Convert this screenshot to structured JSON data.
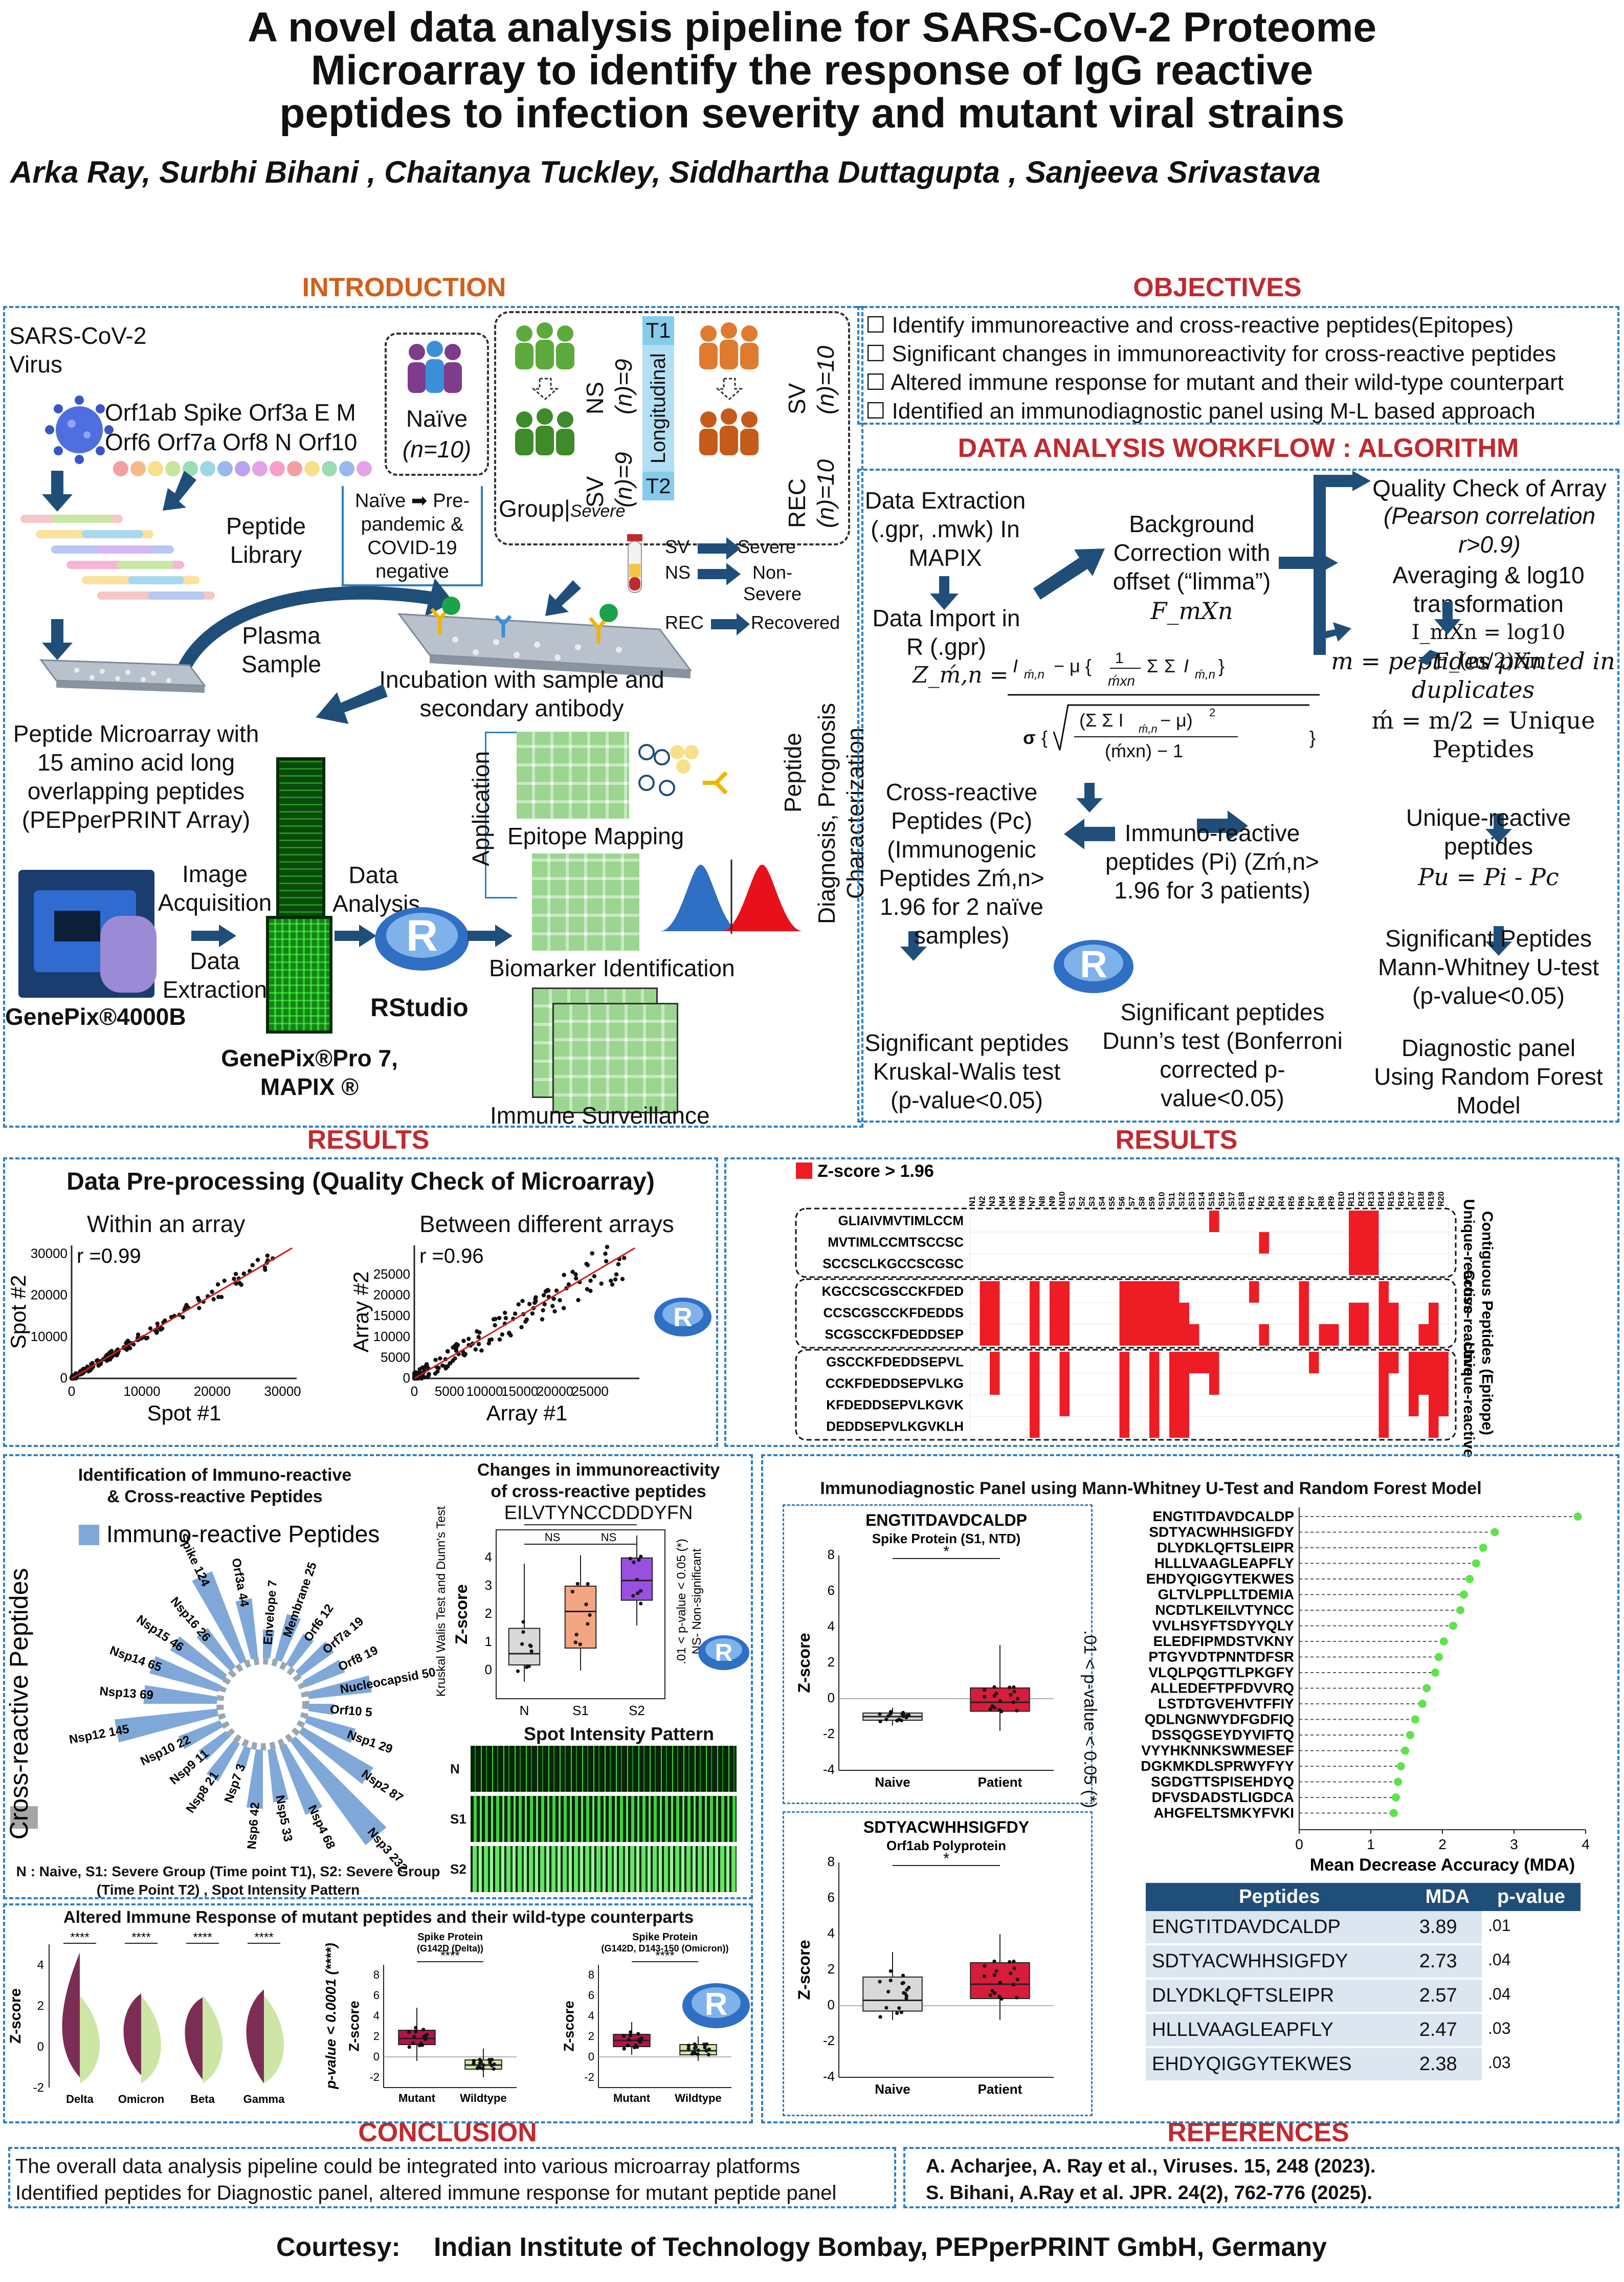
{
  "title": {
    "line1": "A novel data analysis pipeline for SARS-CoV-2 Proteome",
    "line2": "Microarray to identify the response of IgG reactive",
    "line3": "peptides to infection severity and mutant viral strains"
  },
  "authors": "Arka Ray, Surbhi Bihani , Chaitanya Tuckley, Siddhartha Duttagupta , Sanjeeva Srivastava",
  "sections": {
    "introduction": "INTRODUCTION",
    "objectives": "OBJECTIVES",
    "workflow": "DATA ANALYSIS WORKFLOW : ALGORITHM",
    "results_left": "RESULTS",
    "results_right": "RESULTS",
    "conclusion": "CONCLUSION",
    "references": "REFERENCES"
  },
  "intro": {
    "virus": "SARS-CoV-2 Virus",
    "genes_line1": "Orf1ab Spike Orf3a E M",
    "genes_line2": "Orf6 Orf7a Orf8 N Orf10",
    "peptide_library": "Peptide Library",
    "naive": "Naïve",
    "naive_n": "(n=10)",
    "ns_label": "NS",
    "ns_n": "(n)=9",
    "sv_label": "SV",
    "sv_n": "(n)=9",
    "sv2_label": "SV",
    "sv2_n": "(n)=10",
    "rec_label": "REC",
    "rec_n": "(n)=10",
    "t1": "T1",
    "t2": "T2",
    "longitudinal": "Longitudinal",
    "group_severe": "Group|",
    "severe_sub": "Severe",
    "naive_box": "Naïve ➡ Pre-pandemic & COVID-19 negative",
    "legend_sv": "SV",
    "legend_sv_val": "Severe",
    "legend_ns": "NS",
    "legend_ns_val": "Non-Severe",
    "legend_rec": "REC",
    "legend_rec_val": "Recovered",
    "plasma": "Plasma Sample",
    "incubation": "Incubation with sample and secondary antibody",
    "microarray": "Peptide Microarray with 15 amino acid long overlapping peptides (PEPperPRINT Array)",
    "image_acq": "Image Acquisition",
    "data_ext": "Data Extraction",
    "data_analysis": "Data Analysis",
    "genepix": "GenePix®4000B",
    "genepix_pro": "GenePix®Pro 7, MAPIX ®",
    "rstudio": "RStudio",
    "application": "Application",
    "epitope": "Epitope Mapping",
    "biomarker": "Biomarker Identification",
    "immune": "Immune Surveillance",
    "side_label1": "Peptide",
    "side_label2": "Diagnosis, Prognosis Characterization"
  },
  "objectives": [
    "Identify immunoreactive and cross-reactive peptides(Epitopes)",
    "Significant changes in immunoreactivity for cross-reactive peptides",
    "Altered immune response for mutant and their wild-type counterpart",
    "Identified an immunodiagnostic panel using M-L based approach"
  ],
  "workflow": {
    "extract": "Data Extraction (.gpr, .mwk) In MAPIX",
    "import": "Data Import in R (.gpr)",
    "background": "Background Correction with offset (“limma”)",
    "background_f": "F_mXn",
    "quality": "Quality Check of Array",
    "quality2": "(Pearson correlation r>0.9)",
    "averaging": "Averaging & log10 transformation",
    "formula_i": "I_mXn = log10 F_(m/2)Xn",
    "formula_m": "m = peptides printed in duplicates",
    "formula_m2": "ḿ = m/2 = Unique Peptides",
    "z_lhs": "Z_ḿ,n =",
    "cross": "Cross-reactive Peptides (Pc) (Immunogenic Peptides Zḿ,n> 1.96 for 2 naïve samples)",
    "immuno": "Immuno-reactive peptides (Pi) (Zḿ,n> 1.96 for 3 patients)",
    "unique": "Unique-reactive peptides",
    "unique_f": "Pu = Pi - Pc",
    "sig_mw": "Significant Peptides Mann-Whitney U-test (p-value<0.05)",
    "diag": "Diagnostic panel Using Random Forest Model",
    "sig_kw": "Significant peptides Kruskal-Walis test (p-value<0.05)",
    "sig_dunn": "Significant peptides Dunn’s test (Bonferroni corrected p-value<0.05)"
  },
  "qc": {
    "title": "Data Pre-processing (Quality Check of Microarray)",
    "within": "Within an array",
    "between": "Between different arrays",
    "r1": "r =0.99",
    "r2": "r =0.96",
    "x1": "Spot #1",
    "y1": "Spot #2",
    "x2": "Array #1",
    "y2": "Array #2"
  },
  "heatmap": {
    "legend": "Z-score > 1.96",
    "right_label_top": "Unique-reactive",
    "right_label_mid": "Cross-reactive",
    "right_label_bot": "Unique-reactive",
    "right_label_outer": "Contiguous Peptides (Epitope)",
    "rows": [
      "GLIAIVMVTIMLCCM",
      "MVTIMLCCMTSCCSC",
      "SCCSCLKGCCSCGSC",
      "KGCCSCGSCCKFDED",
      "CCSCGSCCKFDEDDS",
      "SCGSCCKFDEDDSEP",
      "GSCCKFDEDDSEPVL",
      "CCKFDEDDSEPVLKG",
      "KFDEDDSEPVLKGVK",
      "DEDDSEPVLKGVKLH"
    ],
    "cols": [
      "N1",
      "N2",
      "N3",
      "N4",
      "N5",
      "N6",
      "N7",
      "N8",
      "N9",
      "N10",
      "S1",
      "S2",
      "S3",
      "S4",
      "S5",
      "S6",
      "S7",
      "S8",
      "S9",
      "S10",
      "S11",
      "S12",
      "S13",
      "S14",
      "S15",
      "S16",
      "S17",
      "S18",
      "R1",
      "R2",
      "R3",
      "R4",
      "R5",
      "R6",
      "R7",
      "R8",
      "R9",
      "R10",
      "R11",
      "R12",
      "R13",
      "R14",
      "R15",
      "R16",
      "R17",
      "R18",
      "R19",
      "R20"
    ]
  },
  "radial": {
    "title1": "Identification of Immuno-reactive",
    "title2": "& Cross-reactive Peptides",
    "legend1": "Immuno-reactive Peptides",
    "legend2": "Cross-reactive Peptides",
    "caption": "N : Naive, S1: Severe Group (Time point T1), S2: Severe Group (Time Point T2) , Spot Intensity Pattern",
    "chart_data": {
      "type": "bar",
      "categories": [
        "Spike",
        "Orf3a",
        "Envelope",
        "Membrane",
        "Orf6",
        "Orf7a",
        "Orf8",
        "Nucleocapsid",
        "Orf10",
        "Nsp1",
        "Nsp2",
        "Nsp3",
        "Nsp4",
        "Nsp5",
        "Nsp6",
        "Nsp7",
        "Nsp8",
        "Nsp9",
        "Nsp10",
        "Nsp12",
        "Nsp13",
        "Nsp14",
        "Nsp15",
        "Nsp16"
      ],
      "values": [
        124,
        44,
        7,
        25,
        12,
        19,
        19,
        50,
        5,
        29,
        87,
        232,
        68,
        33,
        42,
        3,
        21,
        11,
        22,
        145,
        69,
        65,
        46,
        26
      ]
    }
  },
  "box1": {
    "title1": "Changes in immunoreactivity",
    "title2": "of cross-reactive peptides",
    "peptide": "EILVTYNCCDDDYFN",
    "ylabel": "Z-score",
    "side1": "Kruskal Walis Test and Dunn's Test",
    "side2": ".01 < p-value < 0.05 (*)",
    "side3": "NS- Non-significant",
    "spot_title": "Spot Intensity Pattern",
    "ns1": "NS",
    "ns2": "NS",
    "star": "*",
    "chart_data": {
      "type": "box",
      "categories": [
        "N",
        "S1",
        "S2"
      ],
      "ylim": [
        -1,
        5
      ],
      "yticks": [
        0,
        1,
        2,
        3,
        4
      ],
      "boxes": [
        {
          "q1": 0.2,
          "median": 0.6,
          "q3": 1.5,
          "min": -0.4,
          "max": 3.8
        },
        {
          "q1": 0.8,
          "median": 2.1,
          "q3": 3.0,
          "min": 0.0,
          "max": 4.1
        },
        {
          "q1": 2.5,
          "median": 3.2,
          "q3": 4.0,
          "min": 1.6,
          "max": 4.8
        }
      ]
    }
  },
  "violin": {
    "title": "Altered Immune Response of mutant peptides and their wild-type counterparts",
    "ylabel": "Z-score",
    "pval": "p-value < 0.0001 (****)",
    "stars": "****",
    "chart_data": {
      "type": "violin",
      "categories": [
        "Delta",
        "Omicron",
        "Beta",
        "Gamma"
      ],
      "ylim": [
        -2,
        5
      ],
      "yticks": [
        -2,
        0,
        2,
        4
      ]
    }
  },
  "mut1": {
    "title1": "Spike Protein",
    "title2": "(G142D (Delta))",
    "ylabel": "Z-score",
    "stars": "****",
    "chart_data": {
      "type": "box",
      "categories": [
        "Mutant",
        "Wildtype"
      ],
      "ylim": [
        -3,
        9
      ],
      "yticks": [
        -2,
        0,
        2,
        4,
        6,
        8
      ],
      "boxes": [
        {
          "q1": 1.2,
          "median": 1.8,
          "q3": 2.6,
          "min": -0.4,
          "max": 4.8
        },
        {
          "q1": -1.2,
          "median": -0.8,
          "q3": -0.3,
          "min": -2.0,
          "max": 0.8
        }
      ]
    }
  },
  "mut2": {
    "title1": "Spike Protein",
    "title2": "(G142D, D143-150 (Omicron))",
    "ylabel": "Z-score",
    "stars": "****",
    "chart_data": {
      "type": "box",
      "categories": [
        "Mutant",
        "Wildtype"
      ],
      "ylim": [
        -3,
        9
      ],
      "yticks": [
        -2,
        0,
        2,
        4,
        6,
        8
      ],
      "boxes": [
        {
          "q1": 1.0,
          "median": 1.6,
          "q3": 2.2,
          "min": 0.2,
          "max": 3.4
        },
        {
          "q1": 0.2,
          "median": 0.6,
          "q3": 1.2,
          "min": -0.4,
          "max": 2.0
        }
      ]
    }
  },
  "diag": {
    "title": "Immunodiagnostic Panel using Mann-Whitney U-Test and  Random Forest Model",
    "b1_peptide": "ENGTITDAVDCALDP",
    "b1_protein": "Spike Protein (S1, NTD)",
    "b2_peptide": "SDTYACWHHSIGFDY",
    "b2_protein": "Orf1ab Polyprotein",
    "ylabel": "Z-score",
    "star": "*",
    "side": ".01 < p-value < 0.05 (*)",
    "b1": {
      "categories": [
        "Naive",
        "Patient"
      ],
      "ylim": [
        -4,
        8
      ],
      "yticks": [
        -4,
        -2,
        0,
        2,
        4,
        6,
        8
      ],
      "boxes": [
        {
          "q1": -1.2,
          "median": -1.0,
          "q3": -0.8,
          "min": -1.5,
          "max": -0.5
        },
        {
          "q1": -0.7,
          "median": -0.2,
          "q3": 0.6,
          "min": -1.8,
          "max": 3.0
        }
      ]
    },
    "b2": {
      "categories": [
        "Naive",
        "Patient"
      ],
      "ylim": [
        -4,
        8
      ],
      "yticks": [
        -4,
        -2,
        0,
        2,
        4,
        6,
        8
      ],
      "boxes": [
        {
          "q1": -0.3,
          "median": 0.3,
          "q3": 1.6,
          "min": -0.8,
          "max": 3.0
        },
        {
          "q1": 0.4,
          "median": 1.2,
          "q3": 2.4,
          "min": -0.8,
          "max": 4.0
        }
      ]
    },
    "mda": {
      "type": "scatter",
      "xlabel": "Mean Decrease Accuracy (MDA)",
      "xlim": [
        0,
        4
      ],
      "xticks": [
        0,
        1,
        2,
        3,
        4
      ],
      "peptides": [
        "ENGTITDAVDCALDP",
        "SDTYACWHHSIGFDY",
        "DLYDKLQFTSLEIPR",
        "HLLLVAAGLEAPFLY",
        "EHDYQIGGYTEKWES",
        "GLTVLPPLLTDEMIA",
        "NCDTLKEILVTYNCC",
        "VVLHSYFTSDYYQLY",
        "ELEDFIPMDSTVKNY",
        "PTGYVDTPNNTDFSR",
        "VLQLPQGTTLPKGFY",
        "ALLEDEFTPFDVVRQ",
        "LSTDTGVEHVTFFIY",
        "QDLNGNWYDFGDFIQ",
        "DSSQGSEYDYVIFTQ",
        "VYYHKNNKSWMESEF",
        "DGKMKDLSPRWYFYY",
        "SGDGTTSPISEHDYQ",
        "DFVSDADSTLIGDCA",
        "AHGFELTSMKYFVKI"
      ],
      "values": [
        3.89,
        2.73,
        2.57,
        2.47,
        2.38,
        2.3,
        2.25,
        2.15,
        2.02,
        1.95,
        1.9,
        1.78,
        1.72,
        1.62,
        1.55,
        1.48,
        1.42,
        1.38,
        1.35,
        1.32
      ]
    },
    "table_headers": [
      "Peptides",
      "MDA",
      "p-value"
    ],
    "table": [
      {
        "pep": "ENGTITDAVDCALDP",
        "mda": "3.89",
        "p": ".01"
      },
      {
        "pep": "SDTYACWHHSIGFDY",
        "mda": "2.73",
        "p": ".04"
      },
      {
        "pep": "DLYDKLQFTSLEIPR",
        "mda": "2.57",
        "p": ".04"
      },
      {
        "pep": "HLLLVAAGLEAPFLY",
        "mda": "2.47",
        "p": ".03"
      },
      {
        "pep": "EHDYQIGGYTEKWES",
        "mda": "2.38",
        "p": ".03"
      }
    ]
  },
  "conclusion": [
    "The overall data analysis pipeline could be integrated into various microarray platforms",
    "Identified peptides for Diagnostic panel, altered immune response for mutant peptide panel"
  ],
  "references": [
    "A. Acharjee, A. Ray et al., Viruses. 15, 248 (2023).",
    "S. Bihani, A.Ray et al. JPR. 24(2), 762-776 (2025)."
  ],
  "courtesy_label": "Courtesy:",
  "courtesy": "Indian Institute of Technology Bombay,  PEPperPRINT GmbH, Germany",
  "colors": {
    "panel_border": "#2d7fc0",
    "section_red": "#c1292e",
    "section_orange": "#d35f1b",
    "heat_red": "#ee1c24",
    "r_blue": "#2f6fc4"
  }
}
